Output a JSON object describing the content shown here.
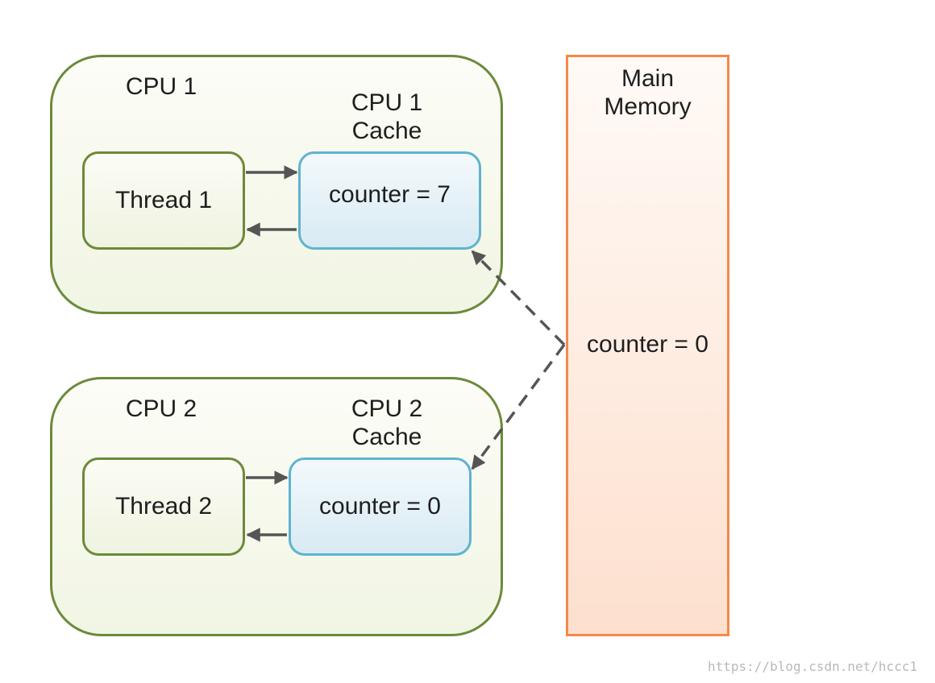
{
  "cpu1": {
    "label": "CPU 1",
    "cache_label_line1": "CPU 1",
    "cache_label_line2": "Cache",
    "thread_label": "Thread 1",
    "cache_value": "counter = 7"
  },
  "cpu2": {
    "label": "CPU 2",
    "cache_label_line1": "CPU 2",
    "cache_label_line2": "Cache",
    "thread_label": "Thread 2",
    "cache_value": "counter = 0"
  },
  "main_memory": {
    "label_line1": "Main",
    "label_line2": "Memory",
    "value": "counter = 0"
  },
  "watermark": "https://blog.csdn.net/hccc1",
  "colors": {
    "cpu_border": "#6b8a3a",
    "cache_border": "#5fb3cf",
    "memory_border": "#f5894a",
    "arrow": "#555555"
  }
}
